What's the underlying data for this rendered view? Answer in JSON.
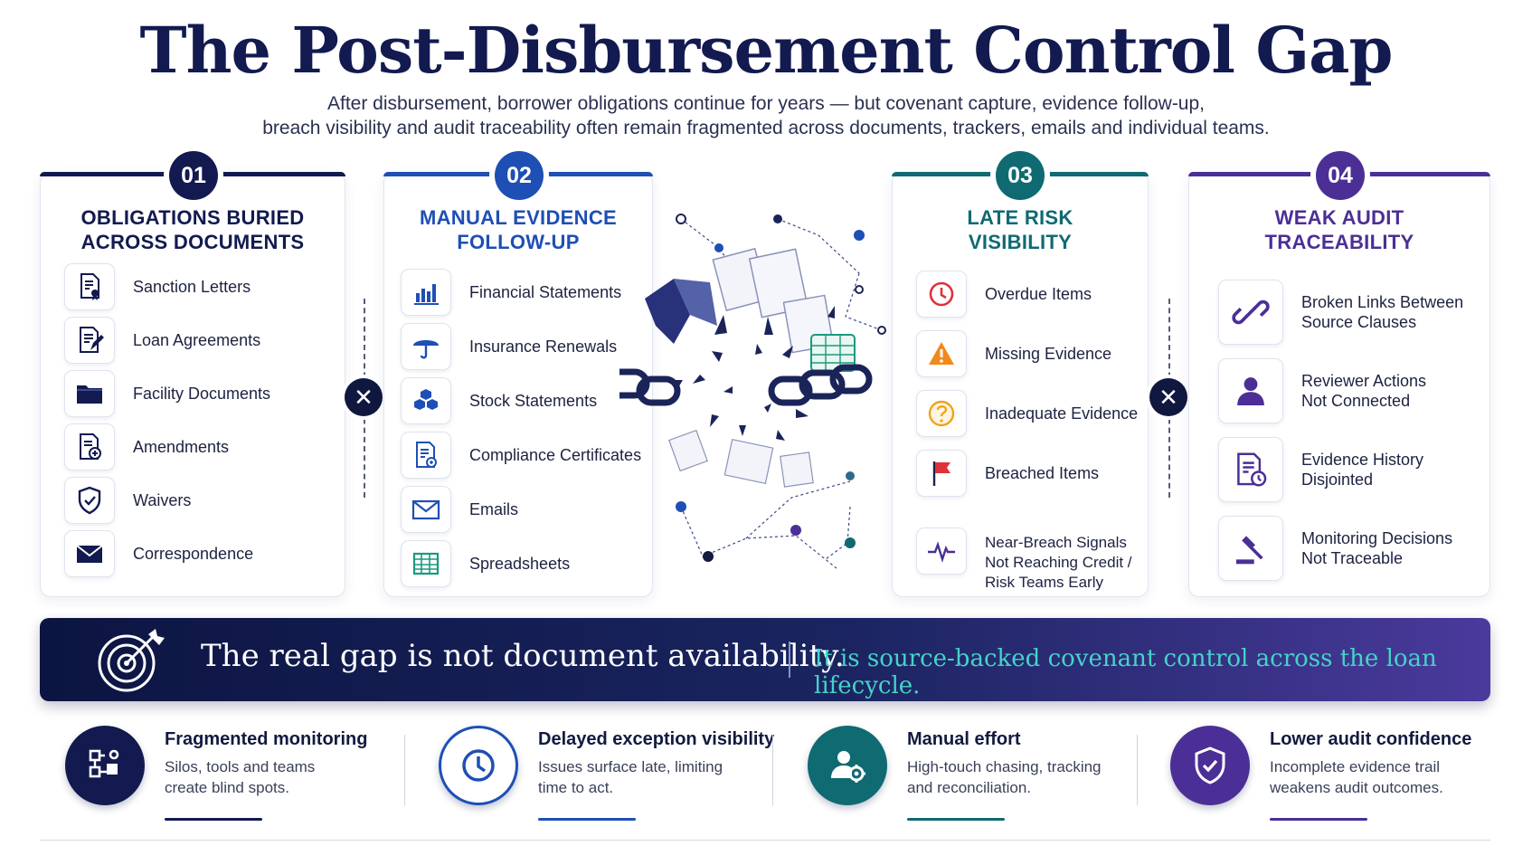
{
  "header": {
    "title": "The Post-Disbursement Control Gap",
    "subtitle_line1": "After disbursement, borrower obligations continue for years — but covenant capture, evidence follow-up,",
    "subtitle_line2": "breach visibility and audit traceability often remain fragmented across documents, trackers, emails and individual teams."
  },
  "colors": {
    "navy": "#121a4f",
    "blue": "#1e4fb5",
    "teal": "#0f6a72",
    "purple": "#4b2f96",
    "cyan_text": "#45d3c8",
    "red": "#e0303a",
    "orange": "#f08a1c"
  },
  "panels": [
    {
      "number": "01",
      "title_line1": "OBLIGATIONS BURIED",
      "title_line2": "ACROSS DOCUMENTS",
      "items": [
        {
          "label": "Sanction Letters",
          "icon": "document-seal-icon"
        },
        {
          "label": "Loan Agreements",
          "icon": "document-pen-icon"
        },
        {
          "label": "Facility Documents",
          "icon": "folder-icon"
        },
        {
          "label": "Amendments",
          "icon": "document-add-icon"
        },
        {
          "label": "Waivers",
          "icon": "shield-check-icon"
        },
        {
          "label": "Correspondence",
          "icon": "envelope-icon"
        }
      ]
    },
    {
      "number": "02",
      "title_line1": "MANUAL EVIDENCE",
      "title_line2": "FOLLOW-UP",
      "items": [
        {
          "label": "Financial Statements",
          "icon": "bar-chart-icon"
        },
        {
          "label": "Insurance Renewals",
          "icon": "umbrella-icon"
        },
        {
          "label": "Stock Statements",
          "icon": "boxes-icon"
        },
        {
          "label": "Compliance Certificates",
          "icon": "certificate-icon"
        },
        {
          "label": "Emails",
          "icon": "email-icon"
        },
        {
          "label": "Spreadsheets",
          "icon": "spreadsheet-icon"
        }
      ]
    },
    {
      "number": "03",
      "title_line1": "LATE RISK",
      "title_line2": "VISIBILITY",
      "items": [
        {
          "label": "Overdue Items",
          "icon": "clock-icon"
        },
        {
          "label": "Missing Evidence",
          "icon": "warning-icon"
        },
        {
          "label": "Inadequate Evidence",
          "icon": "question-icon"
        },
        {
          "label": "Breached Items",
          "icon": "flag-icon"
        },
        {
          "label": "Near-Breach Signals\nNot Reaching Credit /\nRisk Teams Early",
          "icon": "pulse-icon"
        }
      ]
    },
    {
      "number": "04",
      "title_line1": "WEAK AUDIT",
      "title_line2": "TRACEABILITY",
      "items": [
        {
          "label": "Broken Links Between\nSource Clauses",
          "icon": "broken-link-icon"
        },
        {
          "label": "Reviewer Actions\nNot Connected",
          "icon": "user-icon"
        },
        {
          "label": "Evidence History\nDisjointed",
          "icon": "document-clock-icon"
        },
        {
          "label": "Monitoring Decisions\nNot Traceable",
          "icon": "gavel-icon"
        }
      ]
    }
  ],
  "banner": {
    "main_text": "The real gap is not document availability.",
    "sub_text": "It is source-backed covenant control across the loan lifecycle.",
    "icon": "target-icon"
  },
  "impacts": [
    {
      "title": "Fragmented monitoring",
      "desc": "Silos, tools and teams\ncreate blind spots.",
      "icon": "nodes-icon"
    },
    {
      "title": "Delayed exception visibility",
      "desc": "Issues surface late, limiting\ntime to act.",
      "icon": "clock-icon"
    },
    {
      "title": "Manual effort",
      "desc": "High-touch chasing, tracking\nand reconciliation.",
      "icon": "user-gear-icon"
    },
    {
      "title": "Lower audit confidence",
      "desc": "Incomplete evidence trail\nweakens audit outcomes.",
      "icon": "shield-check-icon"
    }
  ]
}
